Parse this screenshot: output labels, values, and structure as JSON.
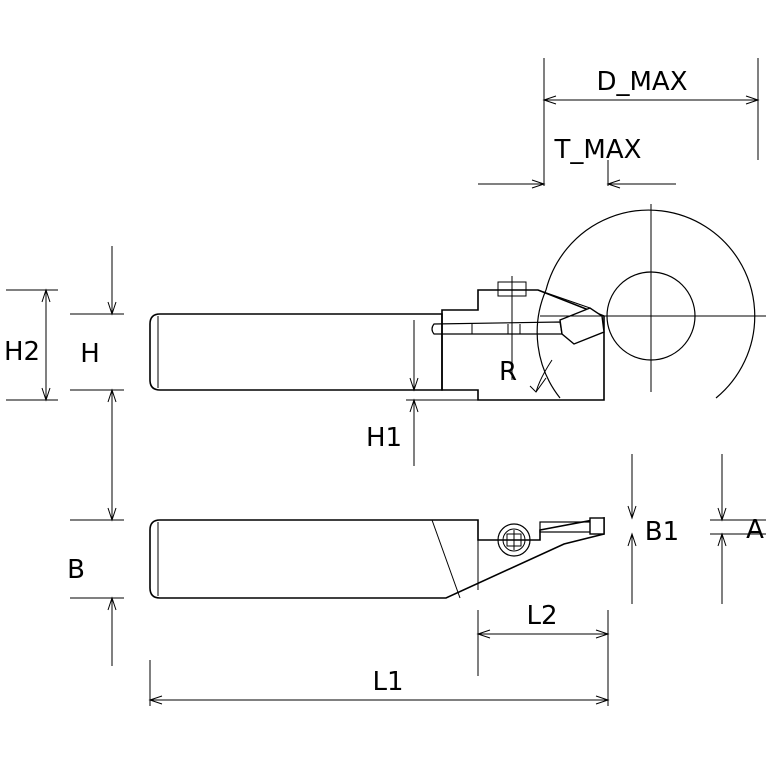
{
  "labels": {
    "d_max": "D_MAX",
    "t_max": "T_MAX",
    "h2": "H2",
    "h": "H",
    "r": "R",
    "h1": "H1",
    "b1": "B1",
    "a": "A",
    "b": "B",
    "l2": "L2",
    "l1": "L1"
  }
}
